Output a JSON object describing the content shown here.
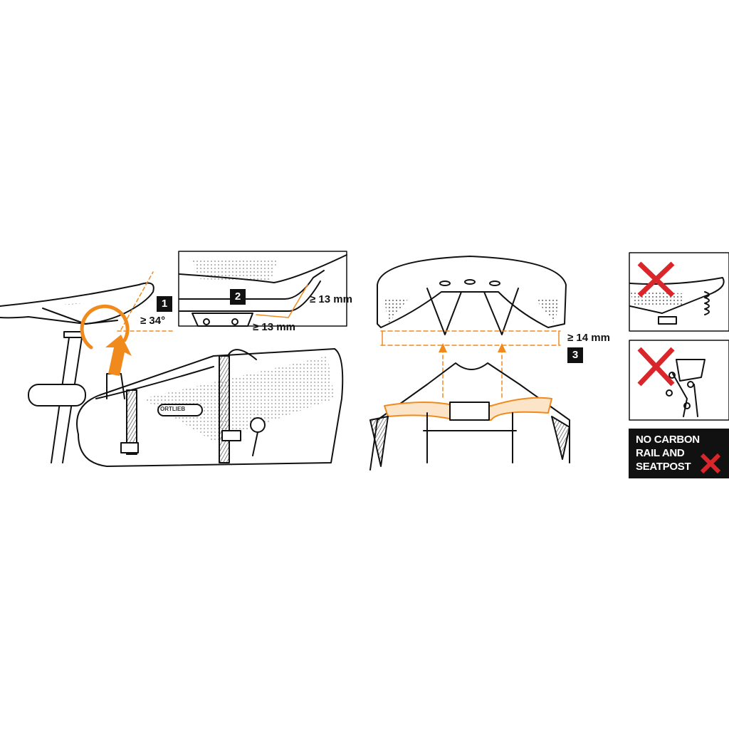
{
  "step_labels": {
    "step1": "1",
    "step2": "2",
    "step3": "3"
  },
  "measurements": {
    "angle": "≥ 34°",
    "rail_length_vertical": "≥ 13 mm",
    "rail_length_horizontal": "≥ 13 mm",
    "rail_clearance": "≥ 14 mm"
  },
  "brand_logo": "ORTLIEB",
  "warning": {
    "line1": "NO CARBON",
    "line2": "RAIL AND",
    "line3": "SEATPOST"
  },
  "colors": {
    "accent": "#f08a1c",
    "forbidden": "#d9262b",
    "ink": "#111111"
  }
}
